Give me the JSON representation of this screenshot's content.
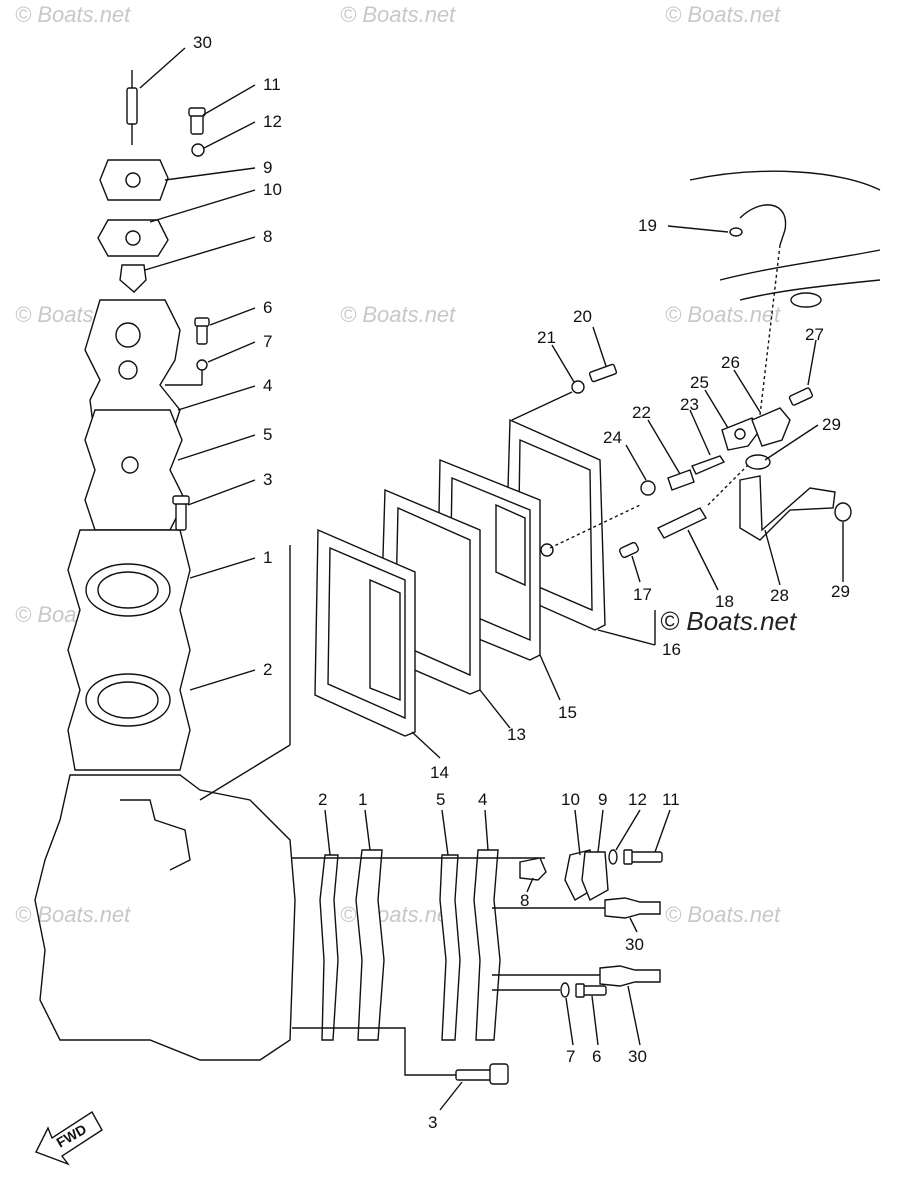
{
  "watermark": "© Boats.net",
  "callouts": {
    "top_30": "30",
    "top_11": "11",
    "top_12": "12",
    "top_9": "9",
    "top_10": "10",
    "top_8": "8",
    "top_6": "6",
    "top_7": "7",
    "top_4": "4",
    "top_5": "5",
    "top_3": "3",
    "top_1": "1",
    "top_2": "2",
    "r_19": "19",
    "r_20": "20",
    "r_21": "21",
    "r_27": "27",
    "r_26": "26",
    "r_25": "25",
    "r_22": "22",
    "r_23": "23",
    "r_24": "24",
    "r_29a": "29",
    "r_17": "17",
    "r_18": "18",
    "r_28": "28",
    "r_29b": "29",
    "r_16": "16",
    "r_15": "15",
    "r_13": "13",
    "r_14": "14",
    "b_2": "2",
    "b_1": "1",
    "b_5": "5",
    "b_4": "4",
    "b_10": "10",
    "b_9": "9",
    "b_12": "12",
    "b_11": "11",
    "b_8": "8",
    "b_30a": "30",
    "b_7": "7",
    "b_6": "6",
    "b_30b": "30",
    "b_3": "3"
  },
  "fwd_label": "FWD"
}
